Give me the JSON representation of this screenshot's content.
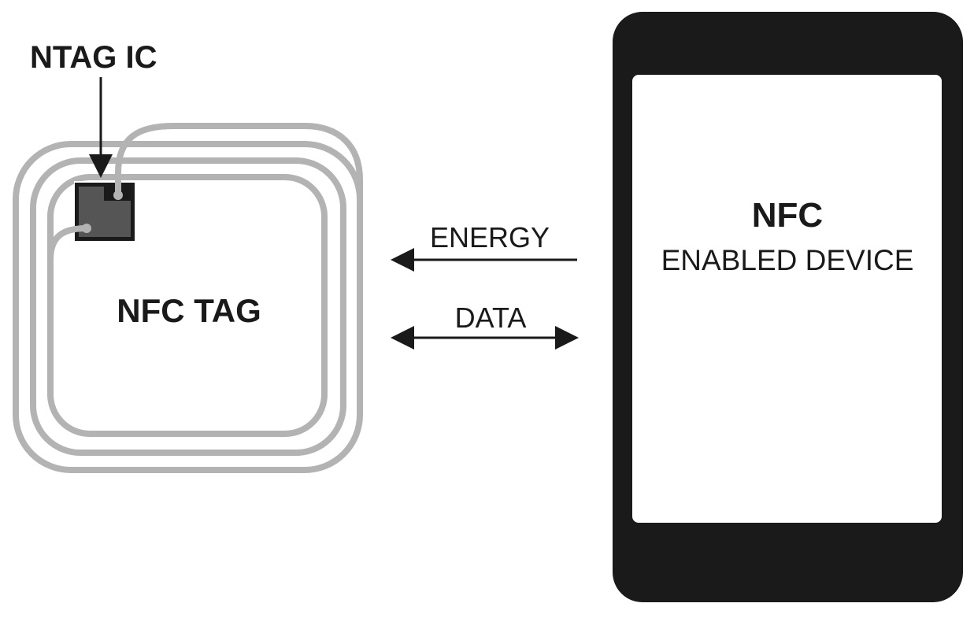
{
  "tag": {
    "ic_label": "NTAG IC",
    "tag_label": "NFC TAG"
  },
  "links": {
    "energy_label": "ENERGY",
    "data_label": "DATA"
  },
  "device": {
    "title": "NFC",
    "subtitle": "ENABLED DEVICE"
  },
  "colors": {
    "ink": "#1a1a1a",
    "coil": "#b3b3b3",
    "chip_fill": "#555555",
    "device_body": "#1a1a1a",
    "device_screen": "#ffffff"
  }
}
